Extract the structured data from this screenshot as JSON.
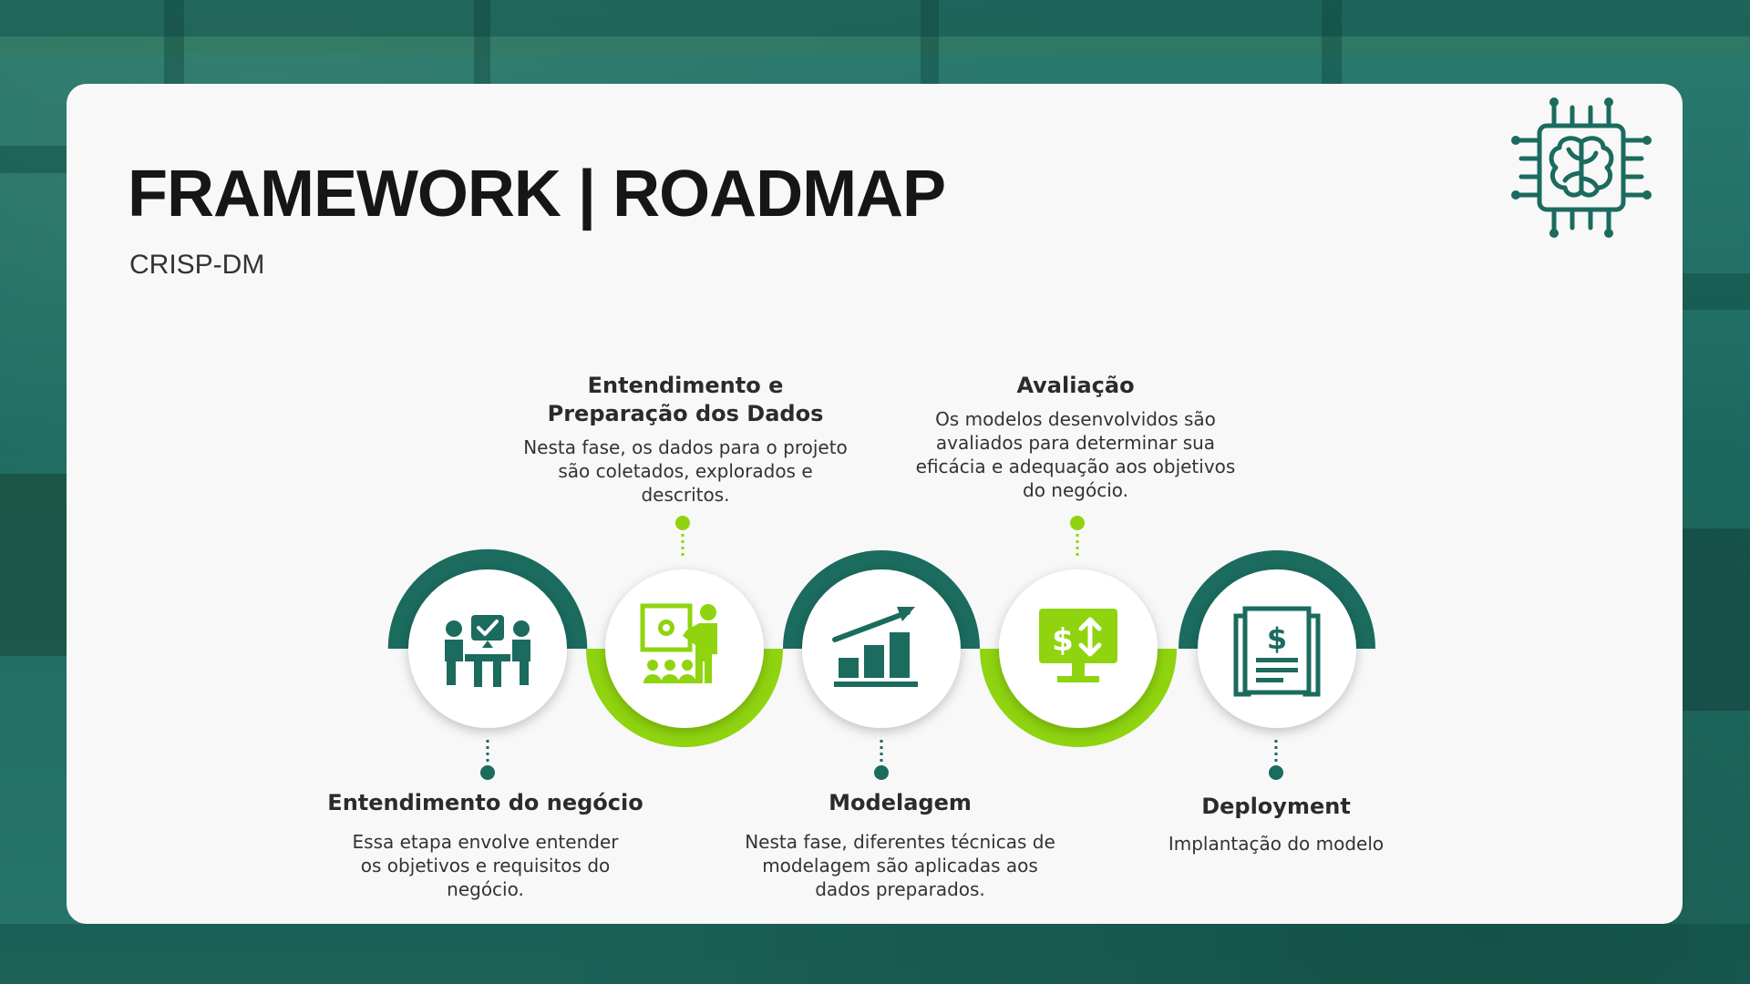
{
  "header": {
    "title": "FRAMEWORK | ROADMAP",
    "subtitle": "CRISP-DM"
  },
  "colors": {
    "dark_green": "#1b6b5f",
    "lime": "#8fd40f",
    "card": "#f8f8f8"
  },
  "logo_icon": "brain-chip-icon",
  "steps": [
    {
      "title": "Entendimento do negócio",
      "description": "Essa etapa envolve entender os objetivos e requisitos do negócio.",
      "icon": "business-meeting-icon"
    },
    {
      "title": "Entendimento e Preparação dos Dados",
      "description": "Nesta fase, os dados para o projeto são coletados, explorados e descritos.",
      "icon": "presentation-icon"
    },
    {
      "title": "Modelagem",
      "description": "Nesta fase, diferentes técnicas de modelagem são aplicadas aos dados preparados.",
      "icon": "growth-chart-icon"
    },
    {
      "title": "Avaliação",
      "description": "Os modelos desenvolvidos são avaliados para determinar sua eficácia e adequação aos objetivos do negócio.",
      "icon": "monitor-dollar-icon"
    },
    {
      "title": "Deployment",
      "description": "Implantação do modelo",
      "icon": "financial-document-icon"
    }
  ]
}
